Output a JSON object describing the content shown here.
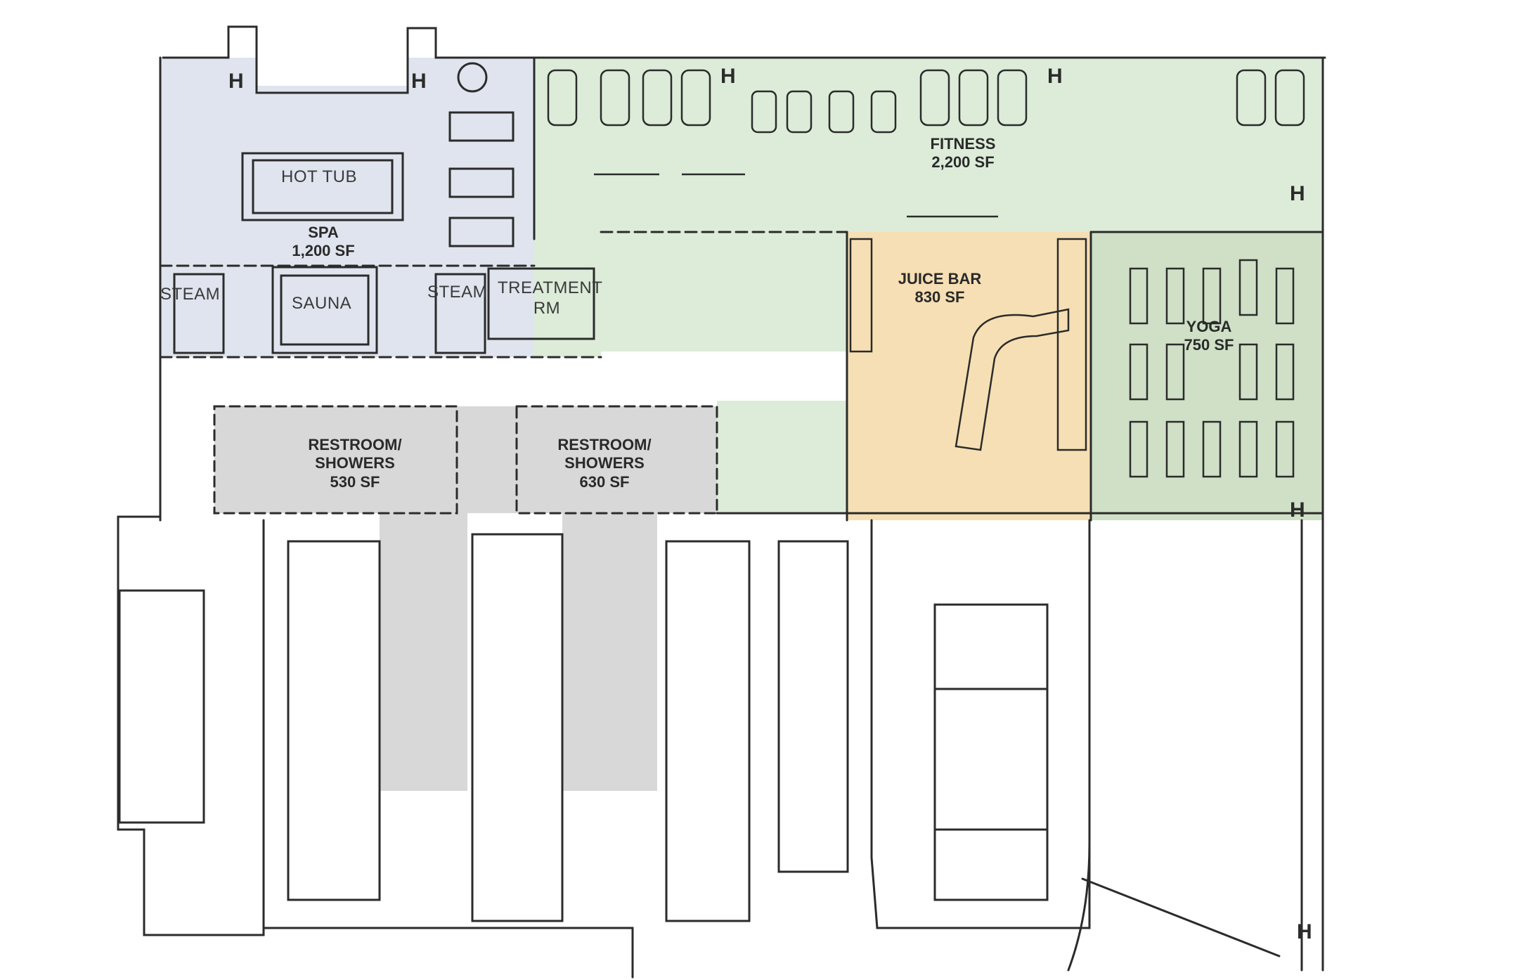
{
  "colors": {
    "spa": "#dfe4ee",
    "fitness": "#dcecd9",
    "juice_bar": "#f6dfb4",
    "yoga": "#cfe0c6",
    "restrooms": "#d9d8d9",
    "line": "#2b2b2b"
  },
  "labels": {
    "spa": {
      "name": "SPA",
      "area": "1,200 SF"
    },
    "fitness": {
      "name": "FITNESS",
      "area": "2,200 SF"
    },
    "juice_bar": {
      "name": "JUICE BAR",
      "area": "830 SF"
    },
    "yoga": {
      "name": "YOGA",
      "area": "750 SF"
    },
    "restroom_left": {
      "line1": "RESTROOM/",
      "line2": "SHOWERS",
      "area": "530 SF"
    },
    "restroom_right": {
      "line1": "RESTROOM/",
      "line2": "SHOWERS",
      "area": "630 SF"
    },
    "hot_tub": "HOT TUB",
    "sauna": "SAUNA",
    "steam_left": "STEAM",
    "steam_right": "STEAM",
    "treatment": {
      "line1": "TREATMENT",
      "line2": "RM"
    }
  },
  "symbols": {
    "elevator_marker": "H"
  }
}
